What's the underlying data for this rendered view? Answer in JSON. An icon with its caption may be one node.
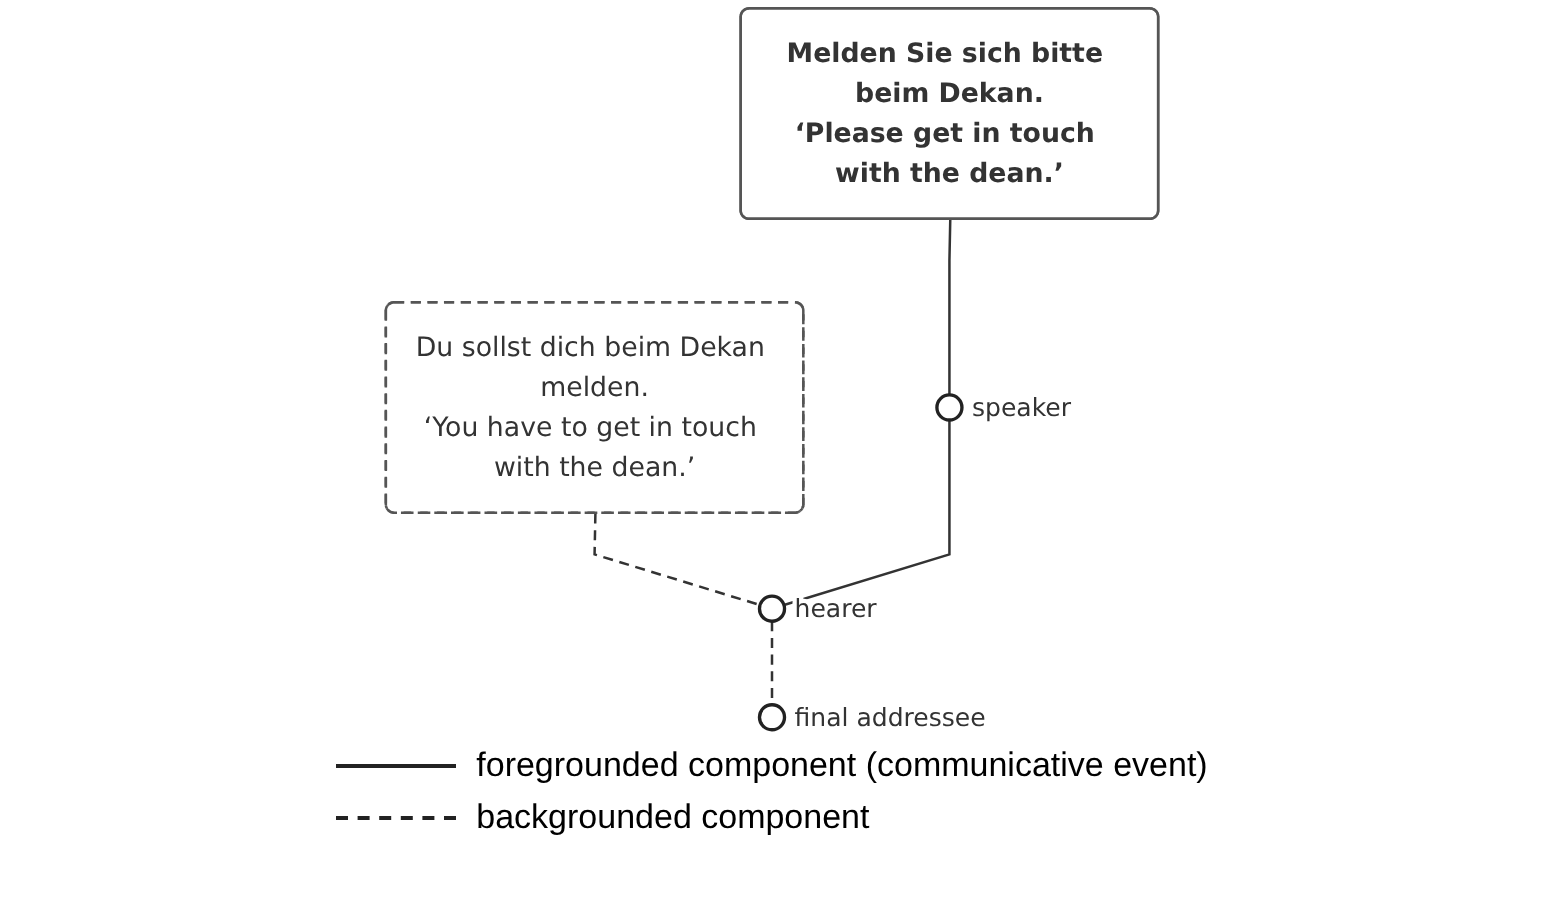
{
  "diagram": {
    "nodes": [
      {
        "text": [
          "Melden Sie sich bitte beim Dekan.",
          "‘Please get in touch with the dean.’"
        ]
      },
      {
        "text": [
          "Du sollst dich beim Dekan melden.",
          "‘You have to get in touch with the dean.’"
        ]
      },
      {
        "text": [],
        "shape": "circle",
        "beside": [
          "speaker"
        ]
      },
      {
        "text": [],
        "shape": "circle",
        "beside": [
          "hearer"
        ]
      },
      {
        "text": [],
        "shape": "circle",
        "beside": [
          "final addressee"
        ]
      }
    ],
    "edges": [
      {
        "from": 0,
        "to": 2,
        "arrow": "none"
      },
      {
        "from": 1,
        "to": 3,
        "arrow": "none",
        "style": "dashed"
      },
      {
        "from": 2,
        "to": 3,
        "arrow": "none"
      },
      {
        "from": 3,
        "to": 4,
        "arrow": "none",
        "style": "dashed"
      }
    ],
    "legend": [
      {
        "text": "foregrounded component (communicative event)"
      },
      {
        "text": "backgrounded component"
      }
    ]
  }
}
